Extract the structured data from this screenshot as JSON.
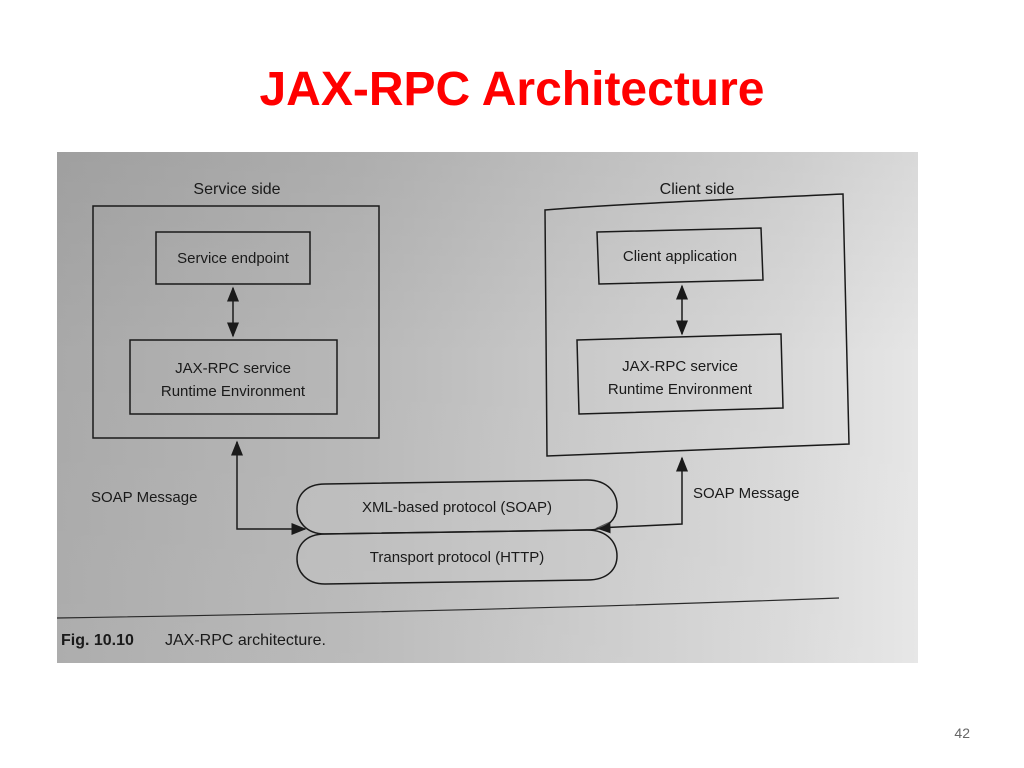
{
  "slide": {
    "title": "JAX-RPC Architecture",
    "page_number": "42"
  },
  "diagram": {
    "service_side": {
      "heading": "Service side",
      "endpoint_label": "Service endpoint",
      "runtime_line1": "JAX-RPC service",
      "runtime_line2": "Runtime Environment"
    },
    "client_side": {
      "heading": "Client side",
      "application_label": "Client application",
      "runtime_line1": "JAX-RPC service",
      "runtime_line2": "Runtime Environment"
    },
    "soap_message_left": "SOAP Message",
    "soap_message_right": "SOAP Message",
    "xml_protocol": "XML-based protocol (SOAP)",
    "transport_protocol": "Transport protocol (HTTP)",
    "caption_number": "Fig. 10.10",
    "caption_text": "JAX-RPC architecture."
  },
  "colors": {
    "title": "#ff0000",
    "scan_background": "#b9b9b9",
    "line": "#1a1a1a"
  }
}
